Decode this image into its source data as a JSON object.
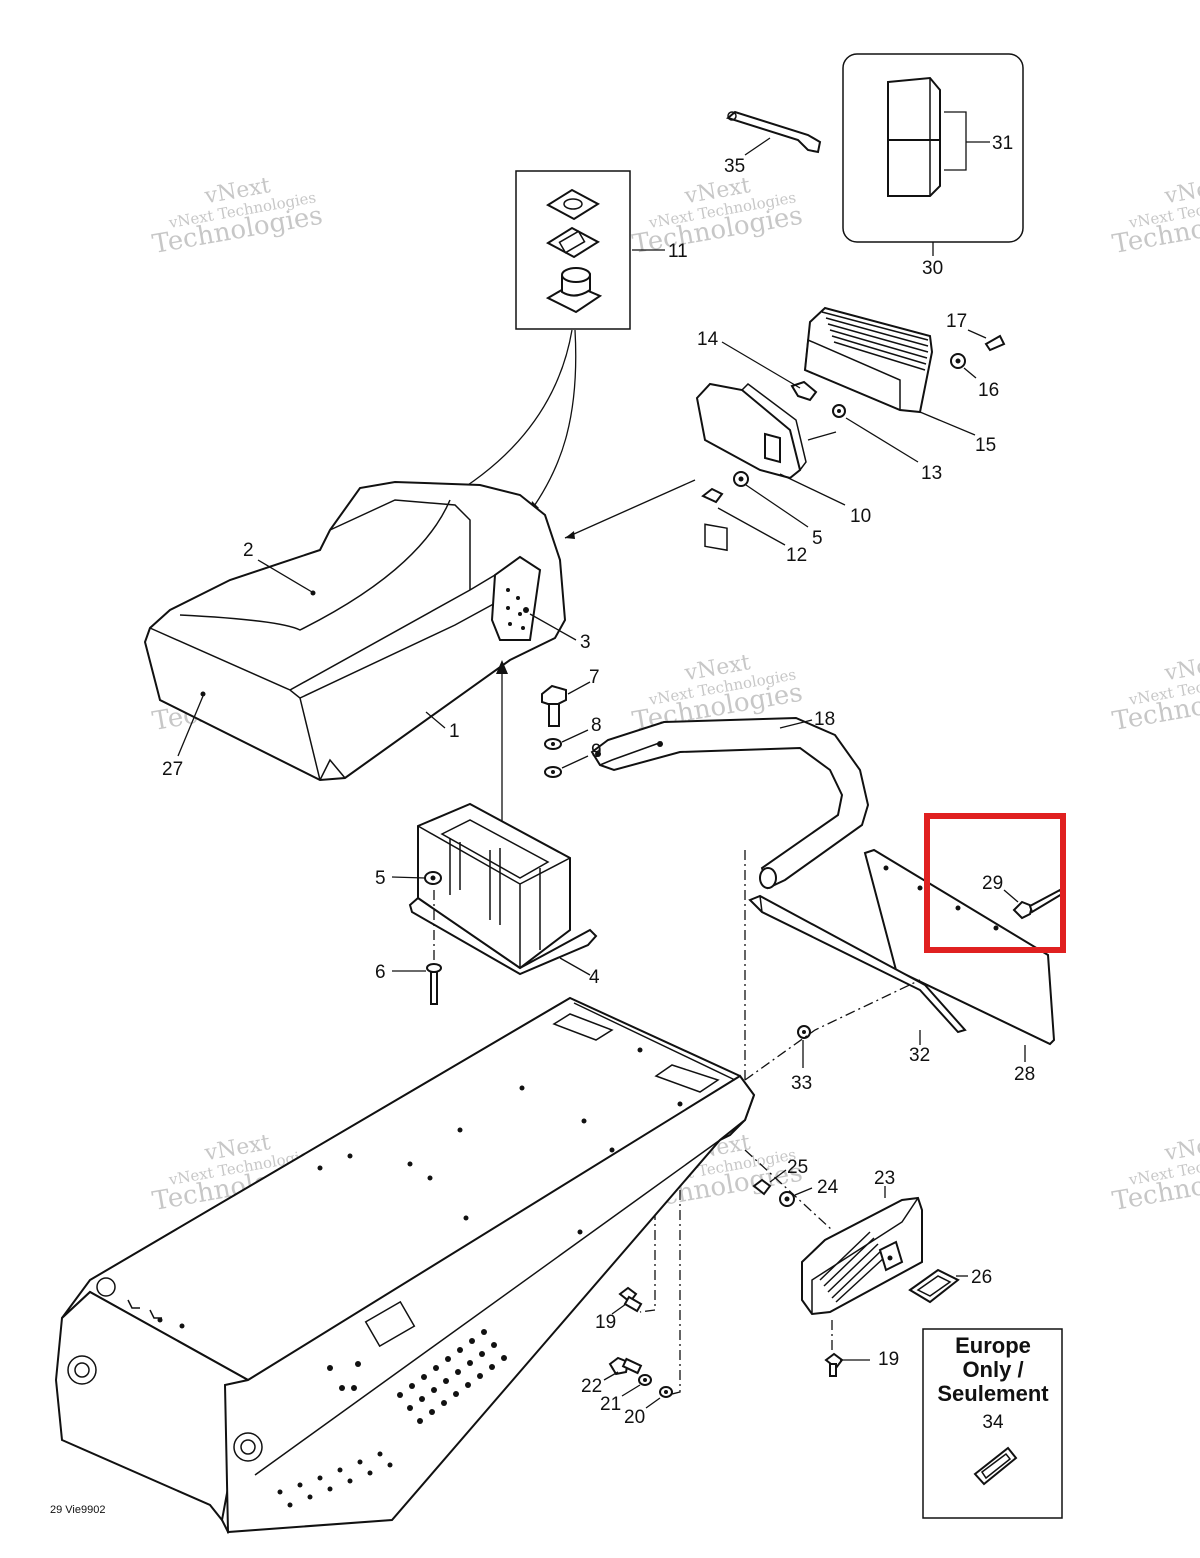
{
  "diagram": {
    "reference_code": "29 Vie9902",
    "callouts": [
      "1",
      "2",
      "3",
      "4",
      "5",
      "5",
      "6",
      "7",
      "8",
      "9",
      "10",
      "11",
      "12",
      "13",
      "14",
      "15",
      "16",
      "17",
      "18",
      "19",
      "19",
      "20",
      "21",
      "22",
      "23",
      "24",
      "25",
      "26",
      "27",
      "28",
      "29",
      "30",
      "31",
      "32",
      "33",
      "34",
      "35"
    ],
    "europe_note": {
      "line1": "Europe",
      "line2": "Only /",
      "line3": "Seulement",
      "part": "34"
    },
    "watermark": {
      "line1": "vNext Technologies",
      "line2": "Technologies",
      "line3": "vNext"
    },
    "highlight": {
      "part": "29",
      "color": "#e02020"
    }
  }
}
